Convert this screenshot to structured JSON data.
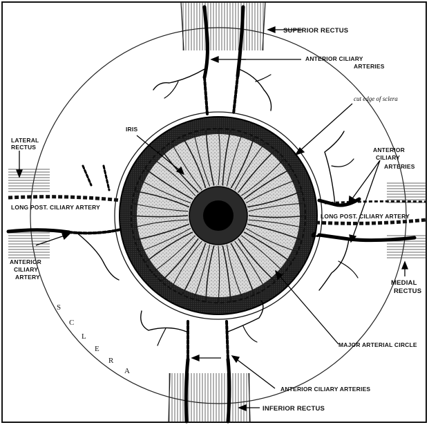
{
  "figure": {
    "colors": {
      "ink": "#111111",
      "paper": "#ffffff",
      "iris_dark": "#1a1a1a",
      "stipple": "#555555"
    },
    "labels": {
      "superior_rectus": "SUPERIOR RECTUS",
      "anterior_ciliary_top_1": "ANTERIOR CILIARY",
      "anterior_ciliary_top_2": "ARTERIES",
      "cut_edge": "cut edge of sclera",
      "iris": "IRIS",
      "lateral_rectus_1": "LATERAL",
      "lateral_rectus_2": "RECTUS",
      "anterior_ciliary_right_1": "ANTERIOR",
      "anterior_ciliary_right_2": "CILIARY",
      "anterior_ciliary_right_3": "ARTERIES",
      "long_post_left": "LONG POST. CILIARY ARTERY",
      "long_post_right": "LONG POST. CILIARY ARTERY",
      "anterior_ciliary_left_1": "ANTERIOR",
      "anterior_ciliary_left_2": "CILIARY",
      "anterior_ciliary_left_3": "ARTERY",
      "medial_rectus_1": "MEDIAL",
      "medial_rectus_2": "RECTUS",
      "sclera_letters": [
        "S",
        "C",
        "L",
        "E",
        "R",
        "A"
      ],
      "major_arterial_circle": "MAJOR ARTERIAL CIRCLE",
      "anterior_ciliary_bottom": "ANTERIOR CILIARY ARTERIES",
      "inferior_rectus": "INFERIOR RECTUS"
    }
  }
}
